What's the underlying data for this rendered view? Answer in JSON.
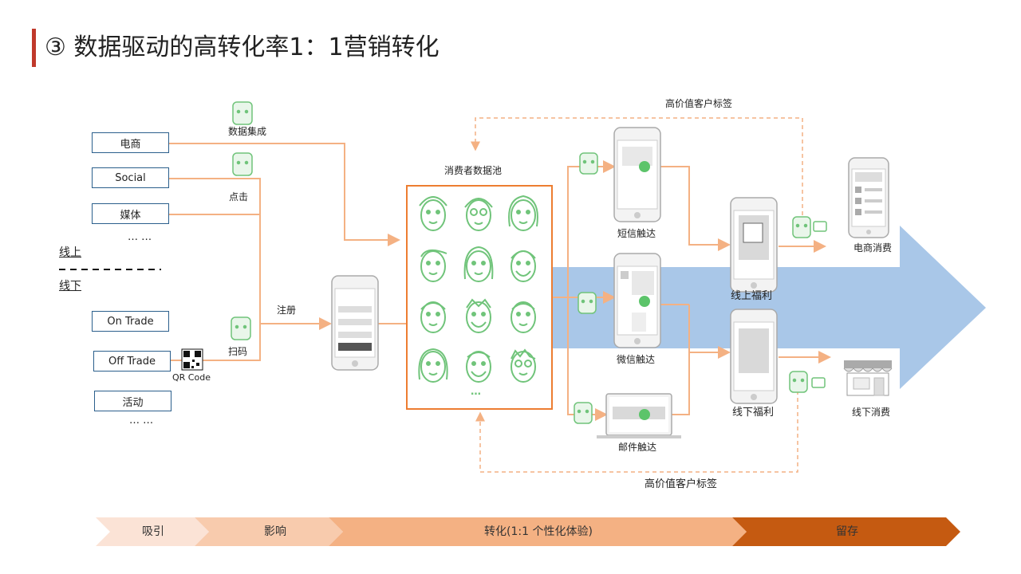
{
  "header": {
    "title": "③ 数据驱动的高转化率1：1营销转化"
  },
  "sources_online": [
    "电商",
    "Social",
    "媒体"
  ],
  "online_more": "… …",
  "divider": {
    "online": "线上",
    "offline": "线下"
  },
  "sources_offline": [
    "On Trade",
    "Off Trade",
    "活动"
  ],
  "offline_more": "… …",
  "qr_label": "QR Code",
  "actions": {
    "data_integration": "数据集成",
    "click": "点击",
    "scan": "扫码",
    "register": "注册"
  },
  "pool": {
    "label": "消费者数据池",
    "more": "…"
  },
  "touchpoints": {
    "sms": "短信触达",
    "wechat": "微信触达",
    "email": "邮件触达"
  },
  "benefits": {
    "online": "线上福利",
    "offline": "线下福利"
  },
  "consumption": {
    "ecommerce": "电商消费",
    "offline": "线下消费"
  },
  "feedback": {
    "top": "高价值客户标签",
    "bottom": "高价值客户标签"
  },
  "stages": [
    {
      "label": "吸引",
      "color": "#fbe3d6"
    },
    {
      "label": "影响",
      "color": "#f8cbad"
    },
    {
      "label": "转化(1:1 个性化体验)",
      "color": "#f4b183"
    },
    {
      "label": "留存",
      "color": "#c55a11"
    }
  ],
  "colors": {
    "accent": "#c0392b",
    "flow_line": "#f4b183",
    "pool_border": "#ed7d31",
    "big_arrow": "#a9c7e8",
    "face": "#70c47a",
    "box_border": "#2b5f8c"
  }
}
